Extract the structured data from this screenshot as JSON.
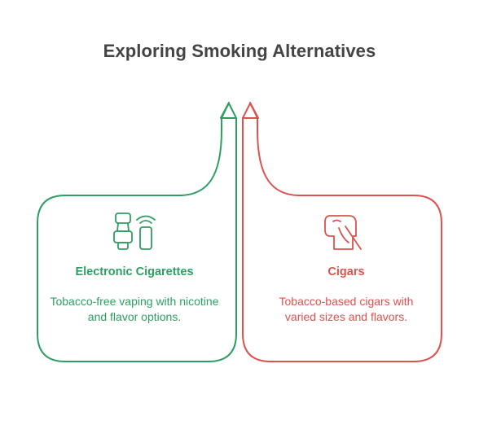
{
  "title": "Exploring Smoking Alternatives",
  "colors": {
    "left": "#2e9e63",
    "right": "#d9534f",
    "title": "#444444"
  },
  "cards": [
    {
      "id": "electronic-cigarettes",
      "title": "Electronic Cigarettes",
      "description": "Tobacco-free vaping with nicotine and flavor options.",
      "icon": "vape-device-icon",
      "color": "#2e9e63"
    },
    {
      "id": "cigars",
      "title": "Cigars",
      "description": "Tobacco-based cigars with varied sizes and flavors.",
      "icon": "cigar-icon",
      "color": "#d9534f"
    }
  ]
}
